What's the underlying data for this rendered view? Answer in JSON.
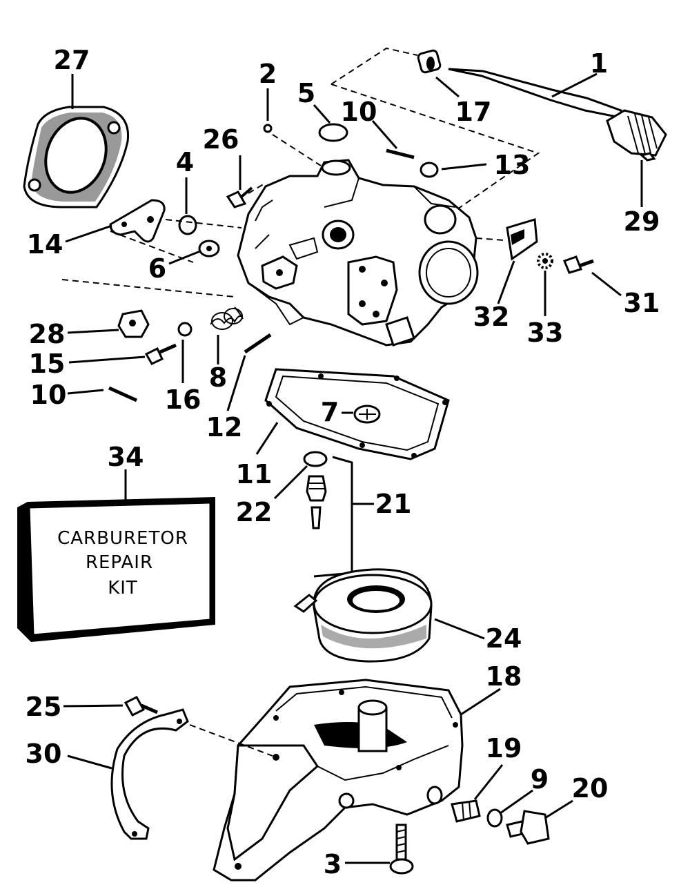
{
  "diagram": {
    "kit_label": {
      "line1": "CARBURETOR",
      "line2": "REPAIR",
      "line3": "KIT"
    },
    "callouts": {
      "c1": "1",
      "c2": "2",
      "c3": "3",
      "c4": "4",
      "c5": "5",
      "c6": "6",
      "c7": "7",
      "c8": "8",
      "c9": "9",
      "c10a": "10",
      "c10b": "10",
      "c11": "11",
      "c12": "12",
      "c13": "13",
      "c14": "14",
      "c15": "15",
      "c16": "16",
      "c17": "17",
      "c18": "18",
      "c19": "19",
      "c20": "20",
      "c21": "21",
      "c22": "22",
      "c24": "24",
      "c25": "25",
      "c26": "26",
      "c27": "27",
      "c28": "28",
      "c29": "29",
      "c30": "30",
      "c31": "31",
      "c32": "32",
      "c33": "33",
      "c34": "34"
    }
  }
}
